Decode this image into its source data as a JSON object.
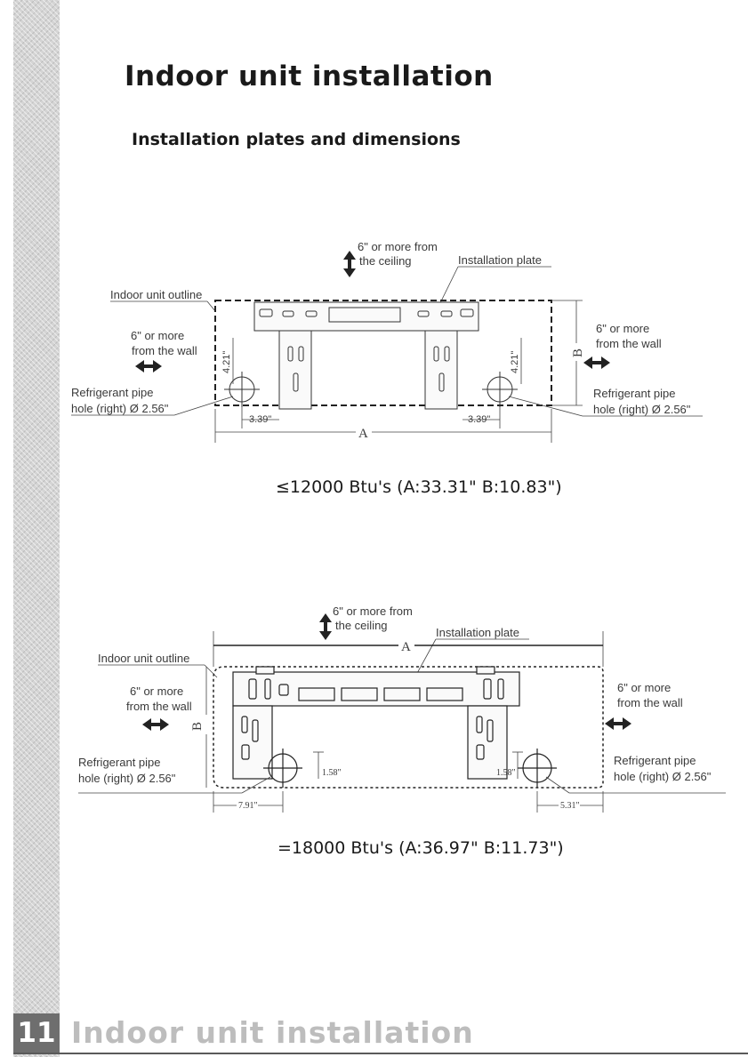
{
  "page": {
    "title": "Indoor unit installation",
    "subtitle": "Installation plates and dimensions",
    "page_number": "11",
    "footer_title": "Indoor unit installation"
  },
  "diagram1": {
    "ceiling_note_1": "6\" or more from",
    "ceiling_note_2": "the ceiling",
    "installation_plate": "Installation plate",
    "indoor_unit_outline": "Indoor unit outline",
    "left_wall_1": "6\" or more",
    "left_wall_2": "from the wall",
    "right_wall_1": "6\" or more",
    "right_wall_2": "from the wall",
    "left_pipe_1": "Refrigerant pipe",
    "left_pipe_2": "hole (right)  Ø 2.56\"",
    "right_pipe_1": "Refrigerant pipe",
    "right_pipe_2": "hole (right)  Ø 2.56\"",
    "dim_421_left": "4.21\"",
    "dim_421_right": "4.21\"",
    "dim_339_left": "3.39\"",
    "dim_339_right": "3.39\"",
    "label_a": "A",
    "label_b": "B",
    "caption": "≤12000 Btu's  (A:33.31\"   B:10.83\")"
  },
  "diagram2": {
    "ceiling_note_1": "6\" or more from",
    "ceiling_note_2": "the ceiling",
    "installation_plate": "Installation plate",
    "indoor_unit_outline": "Indoor unit outline",
    "left_wall_1": "6\" or more",
    "left_wall_2": "from the wall",
    "right_wall_1": "6\" or more",
    "right_wall_2": "from the wall",
    "left_pipe_1": "Refrigerant pipe",
    "left_pipe_2": "hole (right)  Ø 2.56\"",
    "right_pipe_1": "Refrigerant pipe",
    "right_pipe_2": "hole (right)  Ø 2.56\"",
    "dim_158_left": "1.58\"",
    "dim_158_right": "1.58\"",
    "dim_791": "7.91\"",
    "dim_531": "5.31\"",
    "label_a": "A",
    "label_b": "B",
    "caption": "=18000 Btu's  (A:36.97\"   B:11.73\")"
  }
}
